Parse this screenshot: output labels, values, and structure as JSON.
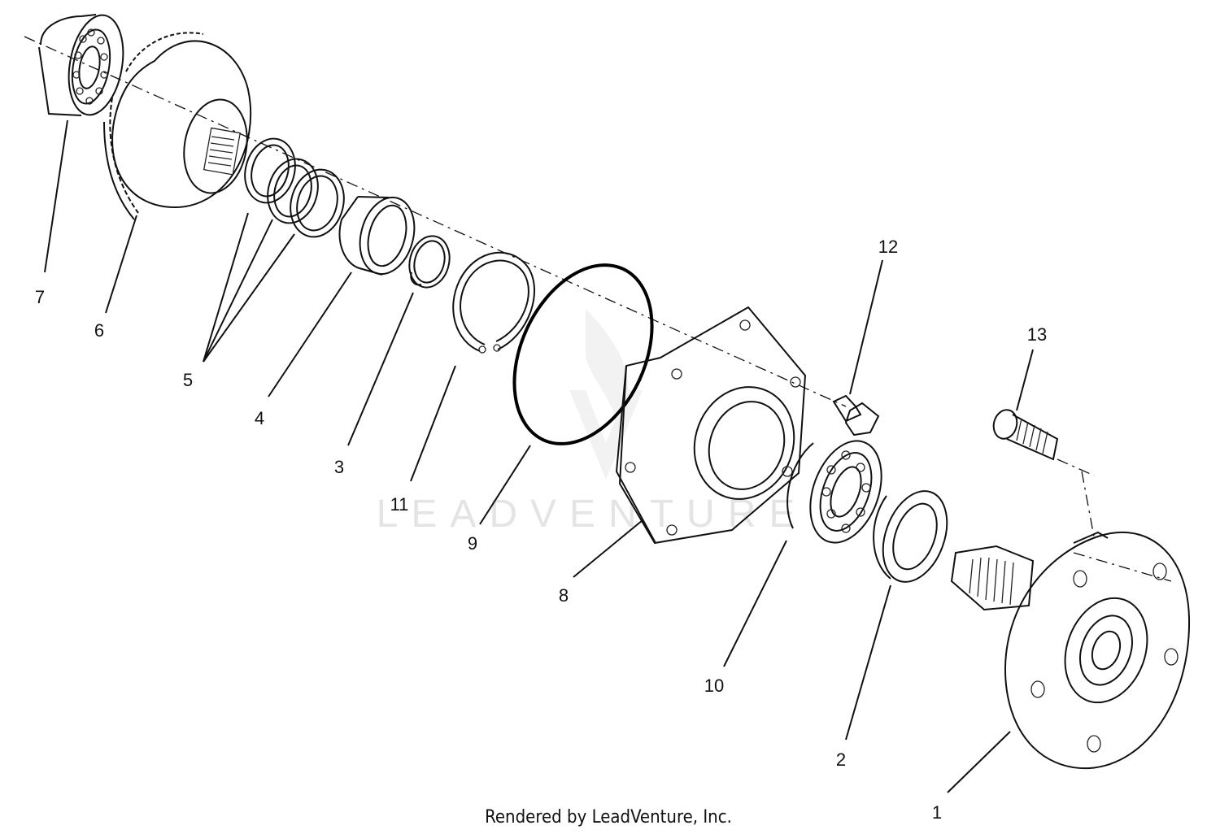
{
  "diagram": {
    "callouts": [
      {
        "id": "1",
        "label": "1"
      },
      {
        "id": "2",
        "label": "2"
      },
      {
        "id": "3",
        "label": "3"
      },
      {
        "id": "4",
        "label": "4"
      },
      {
        "id": "5",
        "label": "5"
      },
      {
        "id": "6",
        "label": "6"
      },
      {
        "id": "7",
        "label": "7"
      },
      {
        "id": "8",
        "label": "8"
      },
      {
        "id": "9",
        "label": "9"
      },
      {
        "id": "10",
        "label": "10"
      },
      {
        "id": "11",
        "label": "11"
      },
      {
        "id": "12",
        "label": "12"
      },
      {
        "id": "13",
        "label": "13"
      }
    ],
    "watermark": "LEADVENTURE",
    "footer": "Rendered by LeadVenture, Inc."
  },
  "colors": {
    "line": "#111111",
    "background": "#ffffff",
    "watermark": "#e4e4e4"
  }
}
